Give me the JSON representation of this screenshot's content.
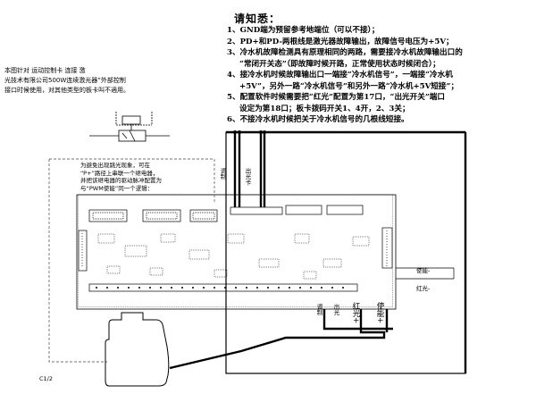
{
  "notes": {
    "title": "请知悉：",
    "items": [
      "1、GND端为预留参考地端位（可以不接）；",
      "2、PD+和PD-两根线是激光器故障输出，故障信号电压为+5V；",
      "3、冷水机故障检测具有原理相同的两路，需要接冷水机故障输出口的",
      "“常闭开关态”（即故障时候开路，正常使用状态时候闭合）；",
      "4、接冷水机时候故障输出口一端接“冷水机信号”，一端接“冷水机",
      "+5V”，另外一路“冷水机信号”和另外一路“冷水机+5V短接”；",
      "5、配置软件时候需要把“红光”配置为第17口，“出光开关”端口",
      "设定为第18口；板卡拨码开关1、4开，2、3关；",
      "6、不接冷水机时候把关于冷水机信号的几根线短接。"
    ]
  },
  "intro": {
    "lines": [
      "本图针对      运动控制卡      连接      激",
      "光技术有限公司500W连续激光器”外部控制",
      "接口时候使用，对其他类型的板卡叫不適用。"
    ]
  },
  "dashed_note": {
    "lines": [
      "为避免出现跳光现象，可在",
      "“P+”路径上串联一个继电器，",
      "并把该继电器的驱动脉冲配置为",
      "与“PWM使能”同一个逻辑："
    ]
  },
  "labels": {
    "small_a": "调制",
    "small_b": "出光卡",
    "enable_left": "使能",
    "red_left": "红光",
    "bottom_a": "调制",
    "bottom_b": "出光",
    "red_plus": "红光+",
    "enable_plus": "使能+",
    "corner": "C1/2"
  }
}
